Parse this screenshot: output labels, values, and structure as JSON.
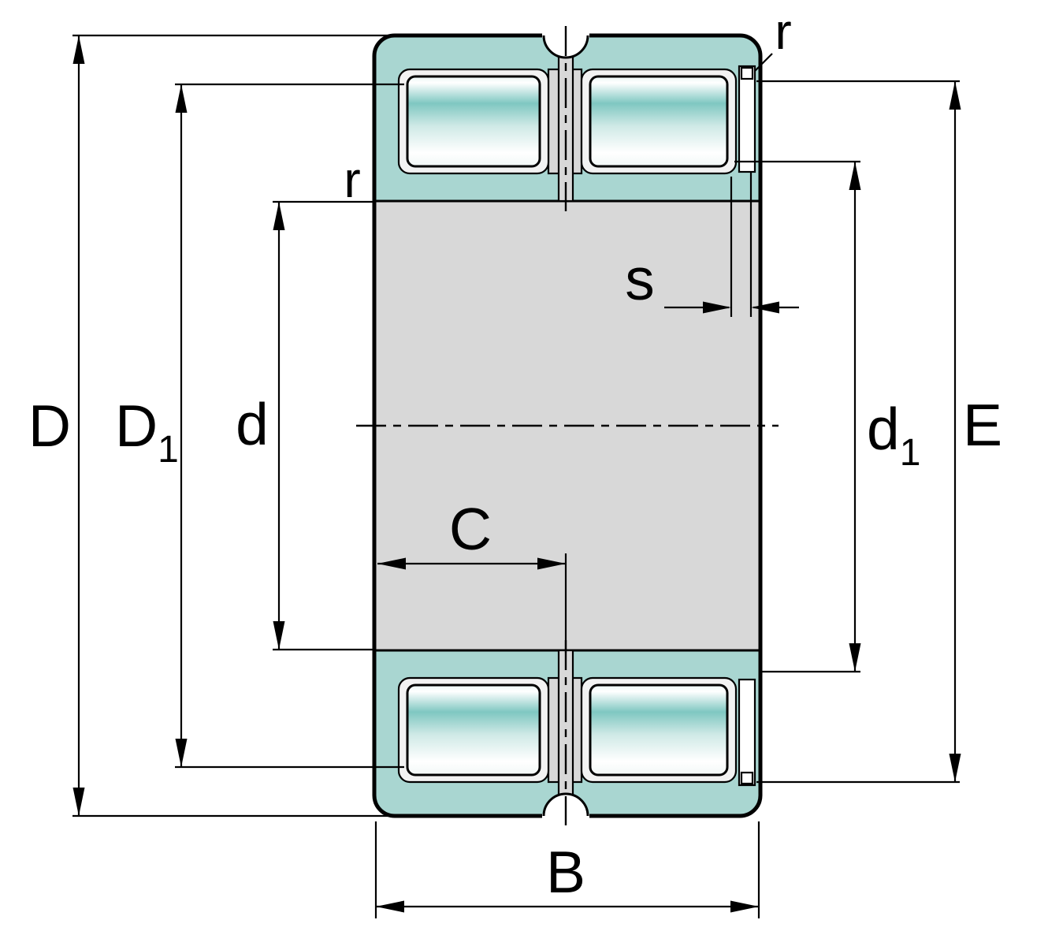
{
  "labels": {
    "outer_diameter": "D",
    "outer_shoulder_base": "D",
    "outer_shoulder_sub": "1",
    "bore_diameter": "d",
    "inner_shoulder_base": "d",
    "inner_shoulder_sub": "1",
    "rib_diameter": "E",
    "width": "B",
    "roller_set_width": "C",
    "snap_ring_width": "s",
    "fillet_radius_left": "r",
    "fillet_radius_right": "r"
  },
  "colors": {
    "ring_fill": "#a9d6d1",
    "body_fill": "#d8d8d8",
    "pocket_fill": "#f2f2f2",
    "roller_teal": "#7fc7c1",
    "line": "#000000",
    "background": "#ffffff"
  }
}
